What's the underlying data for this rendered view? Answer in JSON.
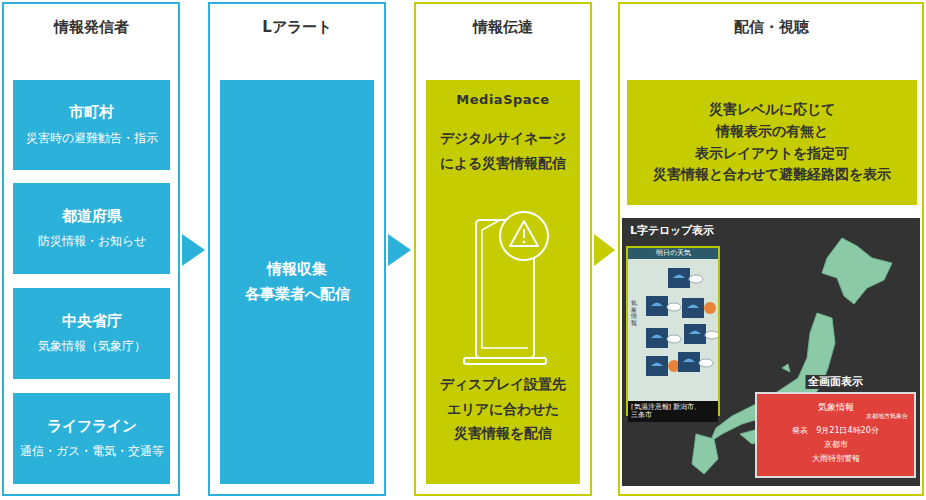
{
  "diagram": {
    "nodes": [
      {
        "text": [
          "情報発信者"
        ]
      },
      {
        "text": [
          "市町村",
          "災害時の避難勧告・指示"
        ],
        "in": 0
      },
      {
        "text": [
          "都道府県",
          "防災情報・お知らせ"
        ],
        "in": 0
      },
      {
        "text": [
          "中央省庁",
          "気象情報（気象庁）"
        ],
        "in": 0
      },
      {
        "text": [
          "ライフライン",
          "通信・ガス・電気・交通等"
        ],
        "in": 0
      },
      {
        "text": [
          "Lアラート"
        ]
      },
      {
        "text": [
          "情報収集 各事業者へ配信"
        ],
        "in": 5
      },
      {
        "text": [
          "情報伝達"
        ]
      },
      {
        "text": [
          "MediaSpace",
          "デジタルサイネージ による災害情報配信",
          "ディスプレイ設置先 エリアに合わせた 災害情報を配信"
        ],
        "in": 7
      },
      {
        "text": [
          "配信・視聴"
        ]
      },
      {
        "text": [
          "災害レベルに応じて 情報表示の有無と 表示レイアウトを指定可 災害情報と合わせて避難経路図を表示"
        ],
        "in": 9
      },
      {
        "text": [
          "L字テロップ表示"
        ],
        "in": 9
      },
      {
        "text": [
          "明日の天気",
          "気象情報",
          "[気温注意報] 新潟市、三条市"
        ],
        "in": 11
      },
      {
        "text": [
          "全画面表示",
          "気象情報",
          "京都地方気象台",
          "発表　9月21日4時20分",
          "京都市",
          "大雨特別警報"
        ],
        "in": 11
      }
    ],
    "edges": [
      {
        "from": 0,
        "to": 5,
        "arrow": "to"
      },
      {
        "from": 5,
        "to": 7,
        "arrow": "to"
      },
      {
        "from": 7,
        "to": 9,
        "arrow": "to"
      }
    ]
  }
}
